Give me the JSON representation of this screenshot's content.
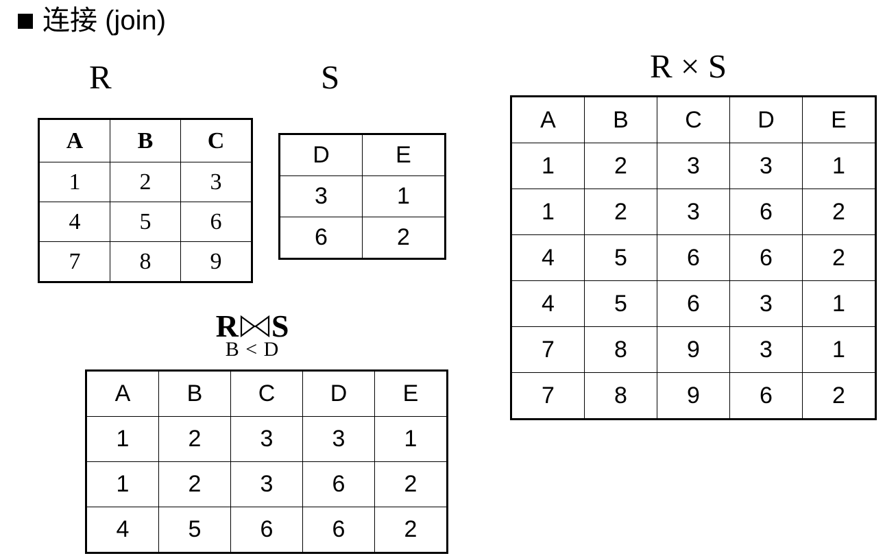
{
  "slide": {
    "bullet_icon": "filled-square-bullet",
    "title": "连接 (join)"
  },
  "captions": {
    "r": "R",
    "s": "S",
    "r_cross_s": "R × S",
    "join": {
      "left": "R",
      "symbol": "⋈",
      "right": "S",
      "condition": "B < D"
    }
  },
  "tables": {
    "r": {
      "name": "R",
      "headers": [
        "A",
        "B",
        "C"
      ],
      "rows": [
        [
          "1",
          "2",
          "3"
        ],
        [
          "4",
          "5",
          "6"
        ],
        [
          "7",
          "8",
          "9"
        ]
      ]
    },
    "s": {
      "name": "S",
      "headers": [
        "D",
        "E"
      ],
      "rows": [
        [
          "3",
          "1"
        ],
        [
          "6",
          "2"
        ]
      ]
    },
    "r_cross_s": {
      "name": "R × S",
      "headers": [
        "A",
        "B",
        "C",
        "D",
        "E"
      ],
      "rows": [
        [
          "1",
          "2",
          "3",
          "3",
          "1"
        ],
        [
          "1",
          "2",
          "3",
          "6",
          "2"
        ],
        [
          "4",
          "5",
          "6",
          "6",
          "2"
        ],
        [
          "4",
          "5",
          "6",
          "3",
          "1"
        ],
        [
          "7",
          "8",
          "9",
          "3",
          "1"
        ],
        [
          "7",
          "8",
          "9",
          "6",
          "2"
        ]
      ]
    },
    "join": {
      "name": "R ⋈ S (B < D)",
      "headers": [
        "A",
        "B",
        "C",
        "D",
        "E"
      ],
      "rows": [
        [
          "1",
          "2",
          "3",
          "3",
          "1"
        ],
        [
          "1",
          "2",
          "3",
          "6",
          "2"
        ],
        [
          "4",
          "5",
          "6",
          "6",
          "2"
        ]
      ]
    }
  },
  "colors": {
    "background": "#ffffff",
    "ink": "#000000",
    "border": "#000000"
  }
}
